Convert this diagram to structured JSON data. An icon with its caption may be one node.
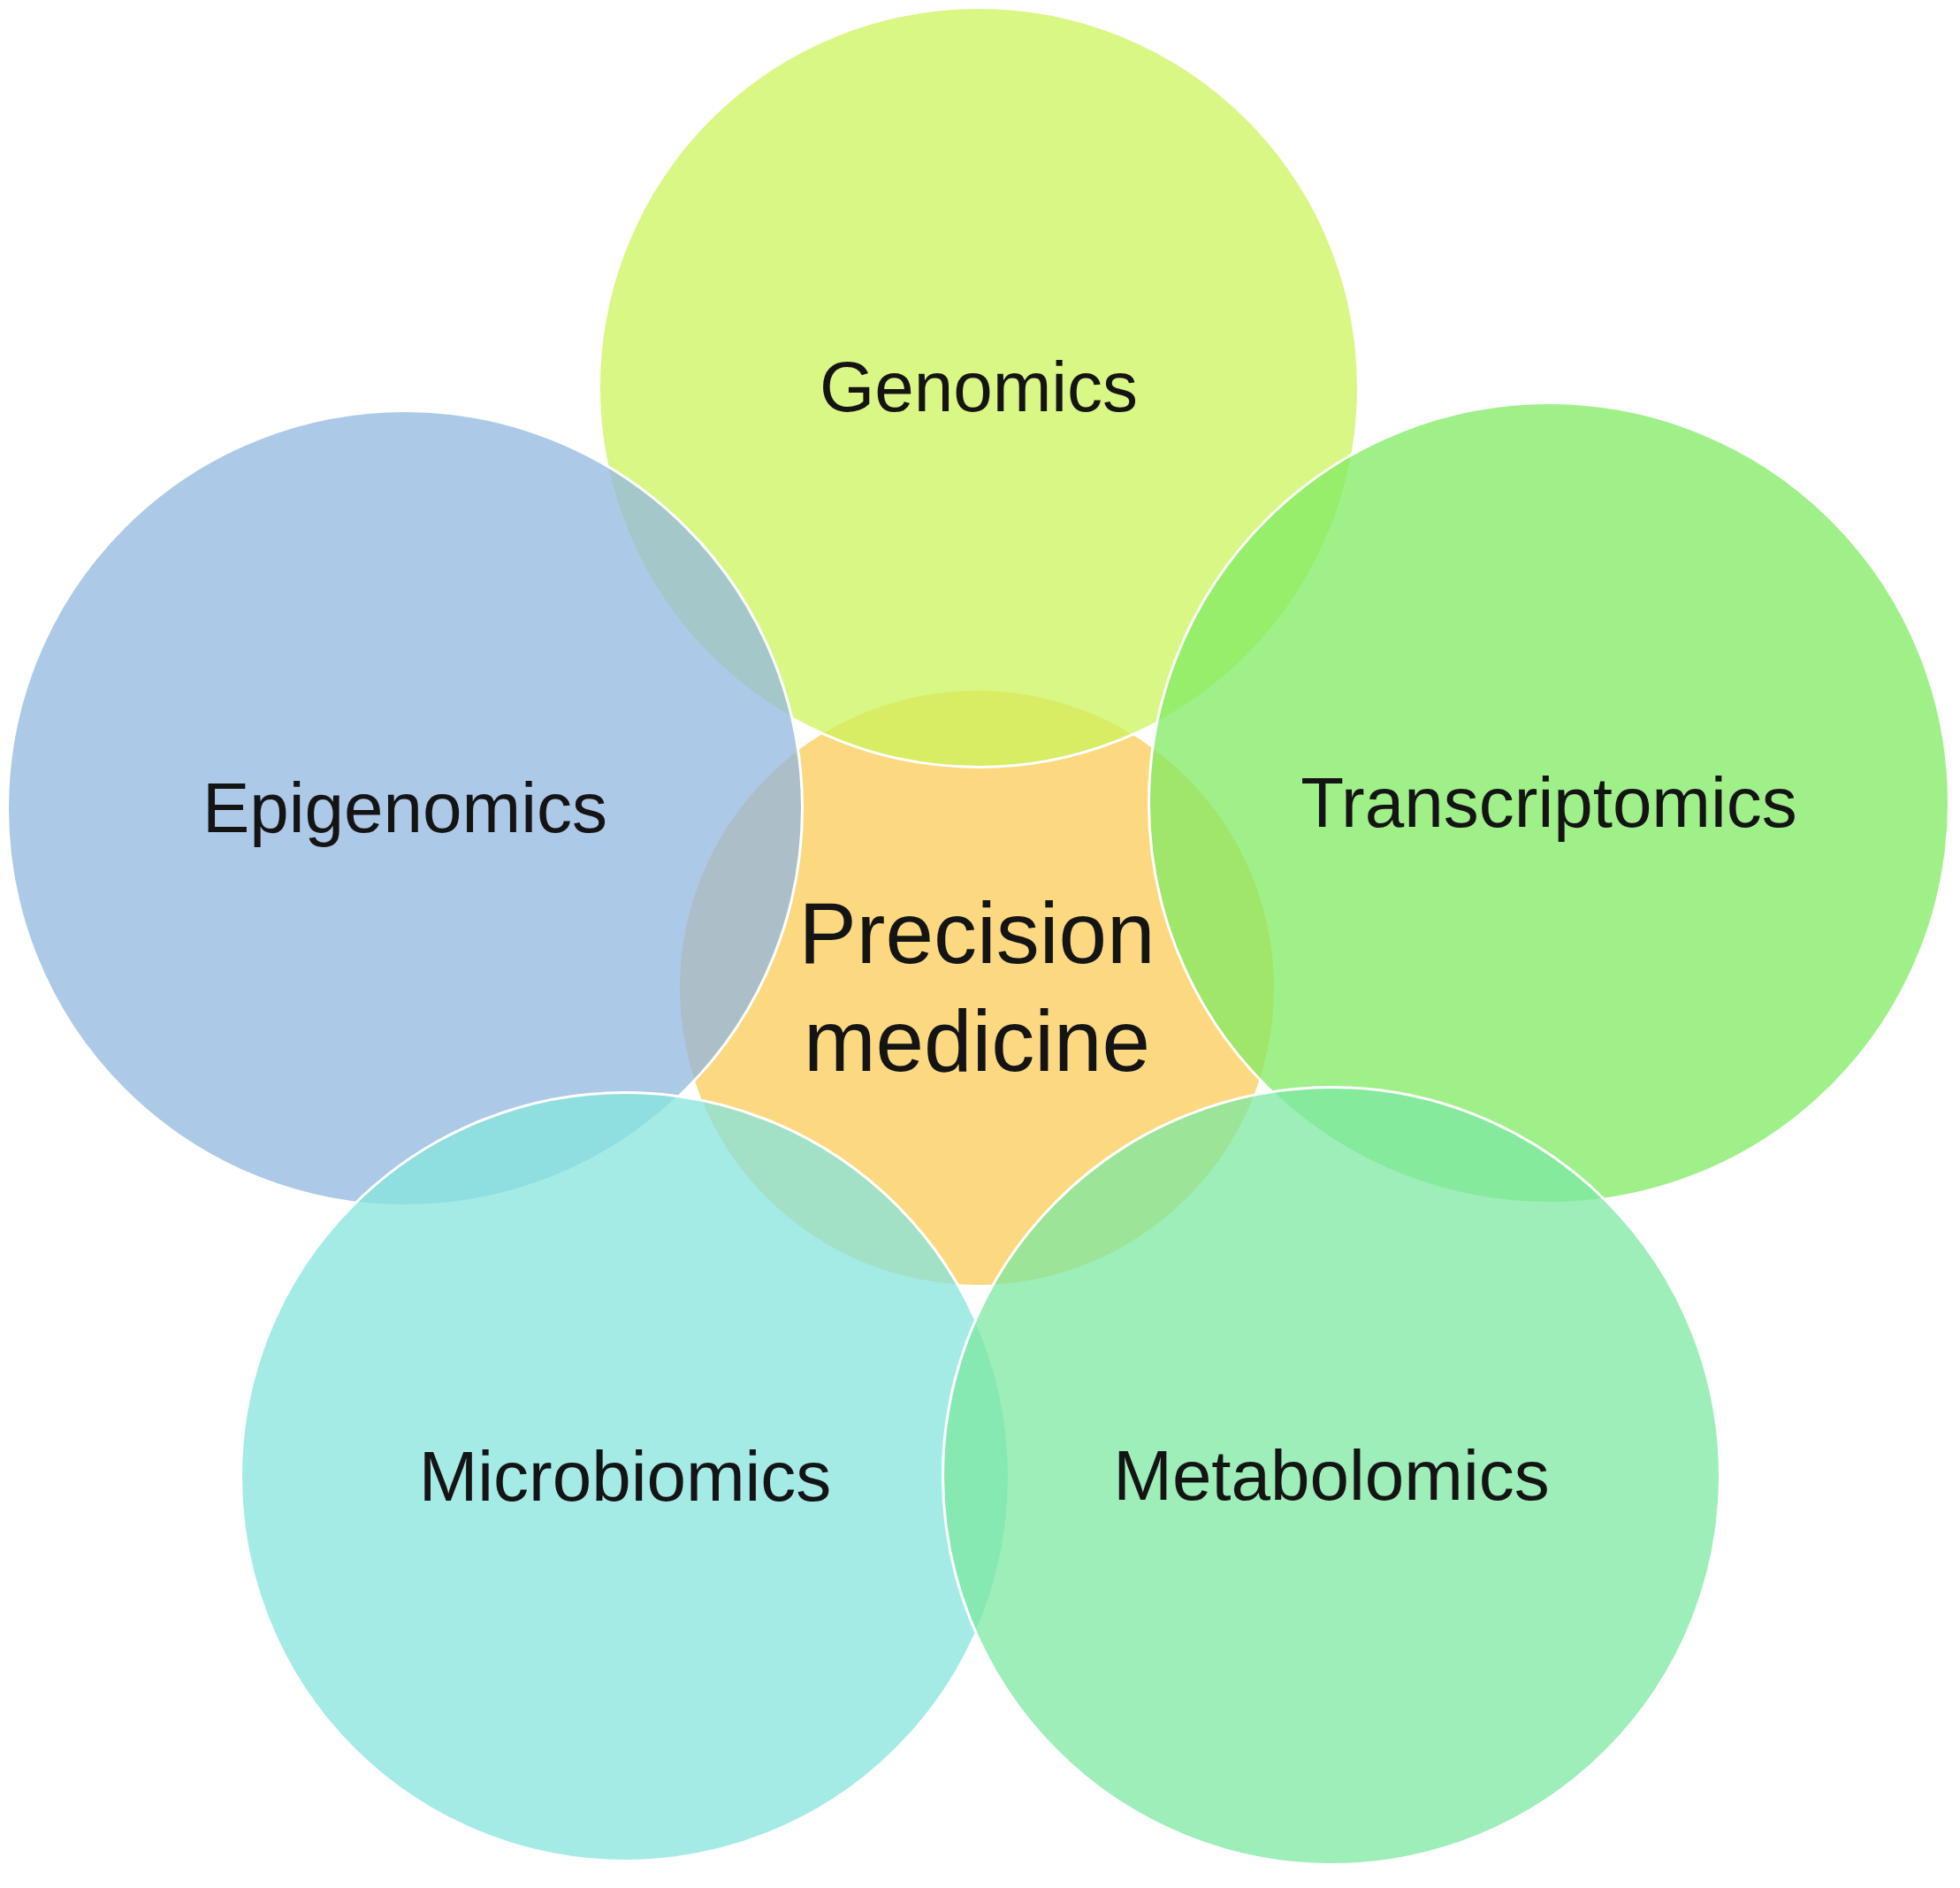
{
  "diagram": {
    "nodes": [
      {
        "text": [
          "Genomics"
        ]
      },
      {
        "text": [
          "Epigenomics"
        ]
      },
      {
        "text": [
          "Transcriptomics"
        ]
      },
      {
        "text": [
          "Precision medicine"
        ]
      },
      {
        "text": [
          "Microbiomics"
        ]
      },
      {
        "text": [
          "Metabolomics"
        ]
      }
    ]
  }
}
